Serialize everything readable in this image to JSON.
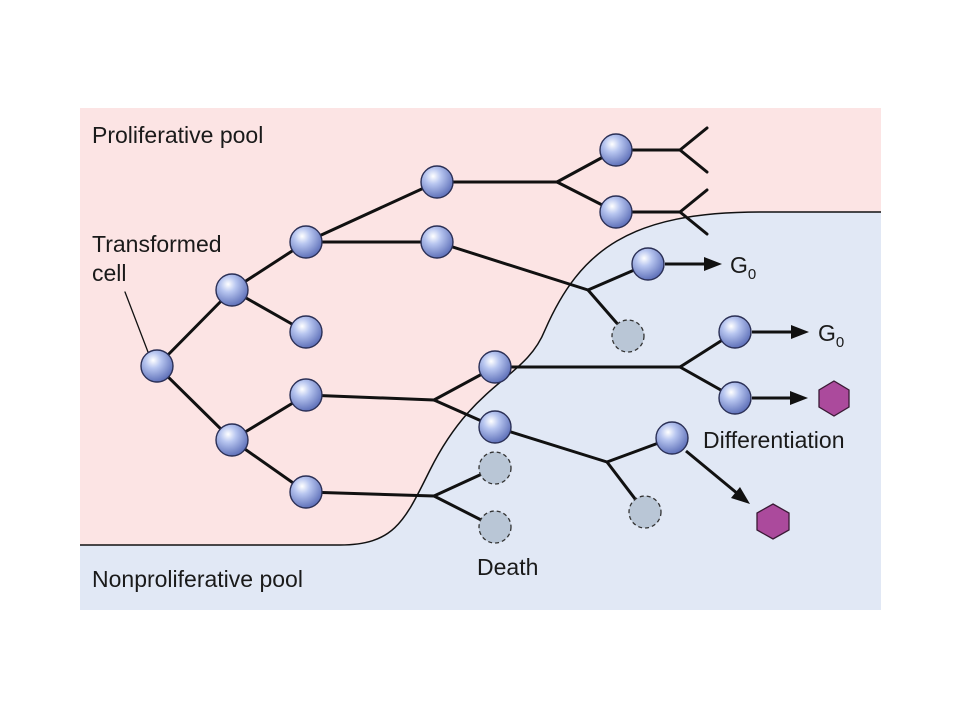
{
  "regions": {
    "proliferative": "Proliferative pool",
    "nonproliferative": "Nonproliferative pool"
  },
  "labels": {
    "transformed_line1": "Transformed",
    "transformed_line2": "cell",
    "g0_main": "G",
    "g0_sub": "0",
    "differentiation": "Differentiation",
    "death": "Death"
  },
  "colors": {
    "proliferative_bg": "#fce4e4",
    "nonproliferative_bg": "#e1e8f5",
    "living_cell": "#8c9fdc",
    "dead_cell": "#b9c6d6",
    "differentiated_cell": "#ab4a9c"
  },
  "icons": {
    "living_cell": "blue-sphere",
    "dead_cell": "dashed-circle",
    "differentiated_cell": "magenta-hexagon",
    "arrow": "arrow-right"
  }
}
